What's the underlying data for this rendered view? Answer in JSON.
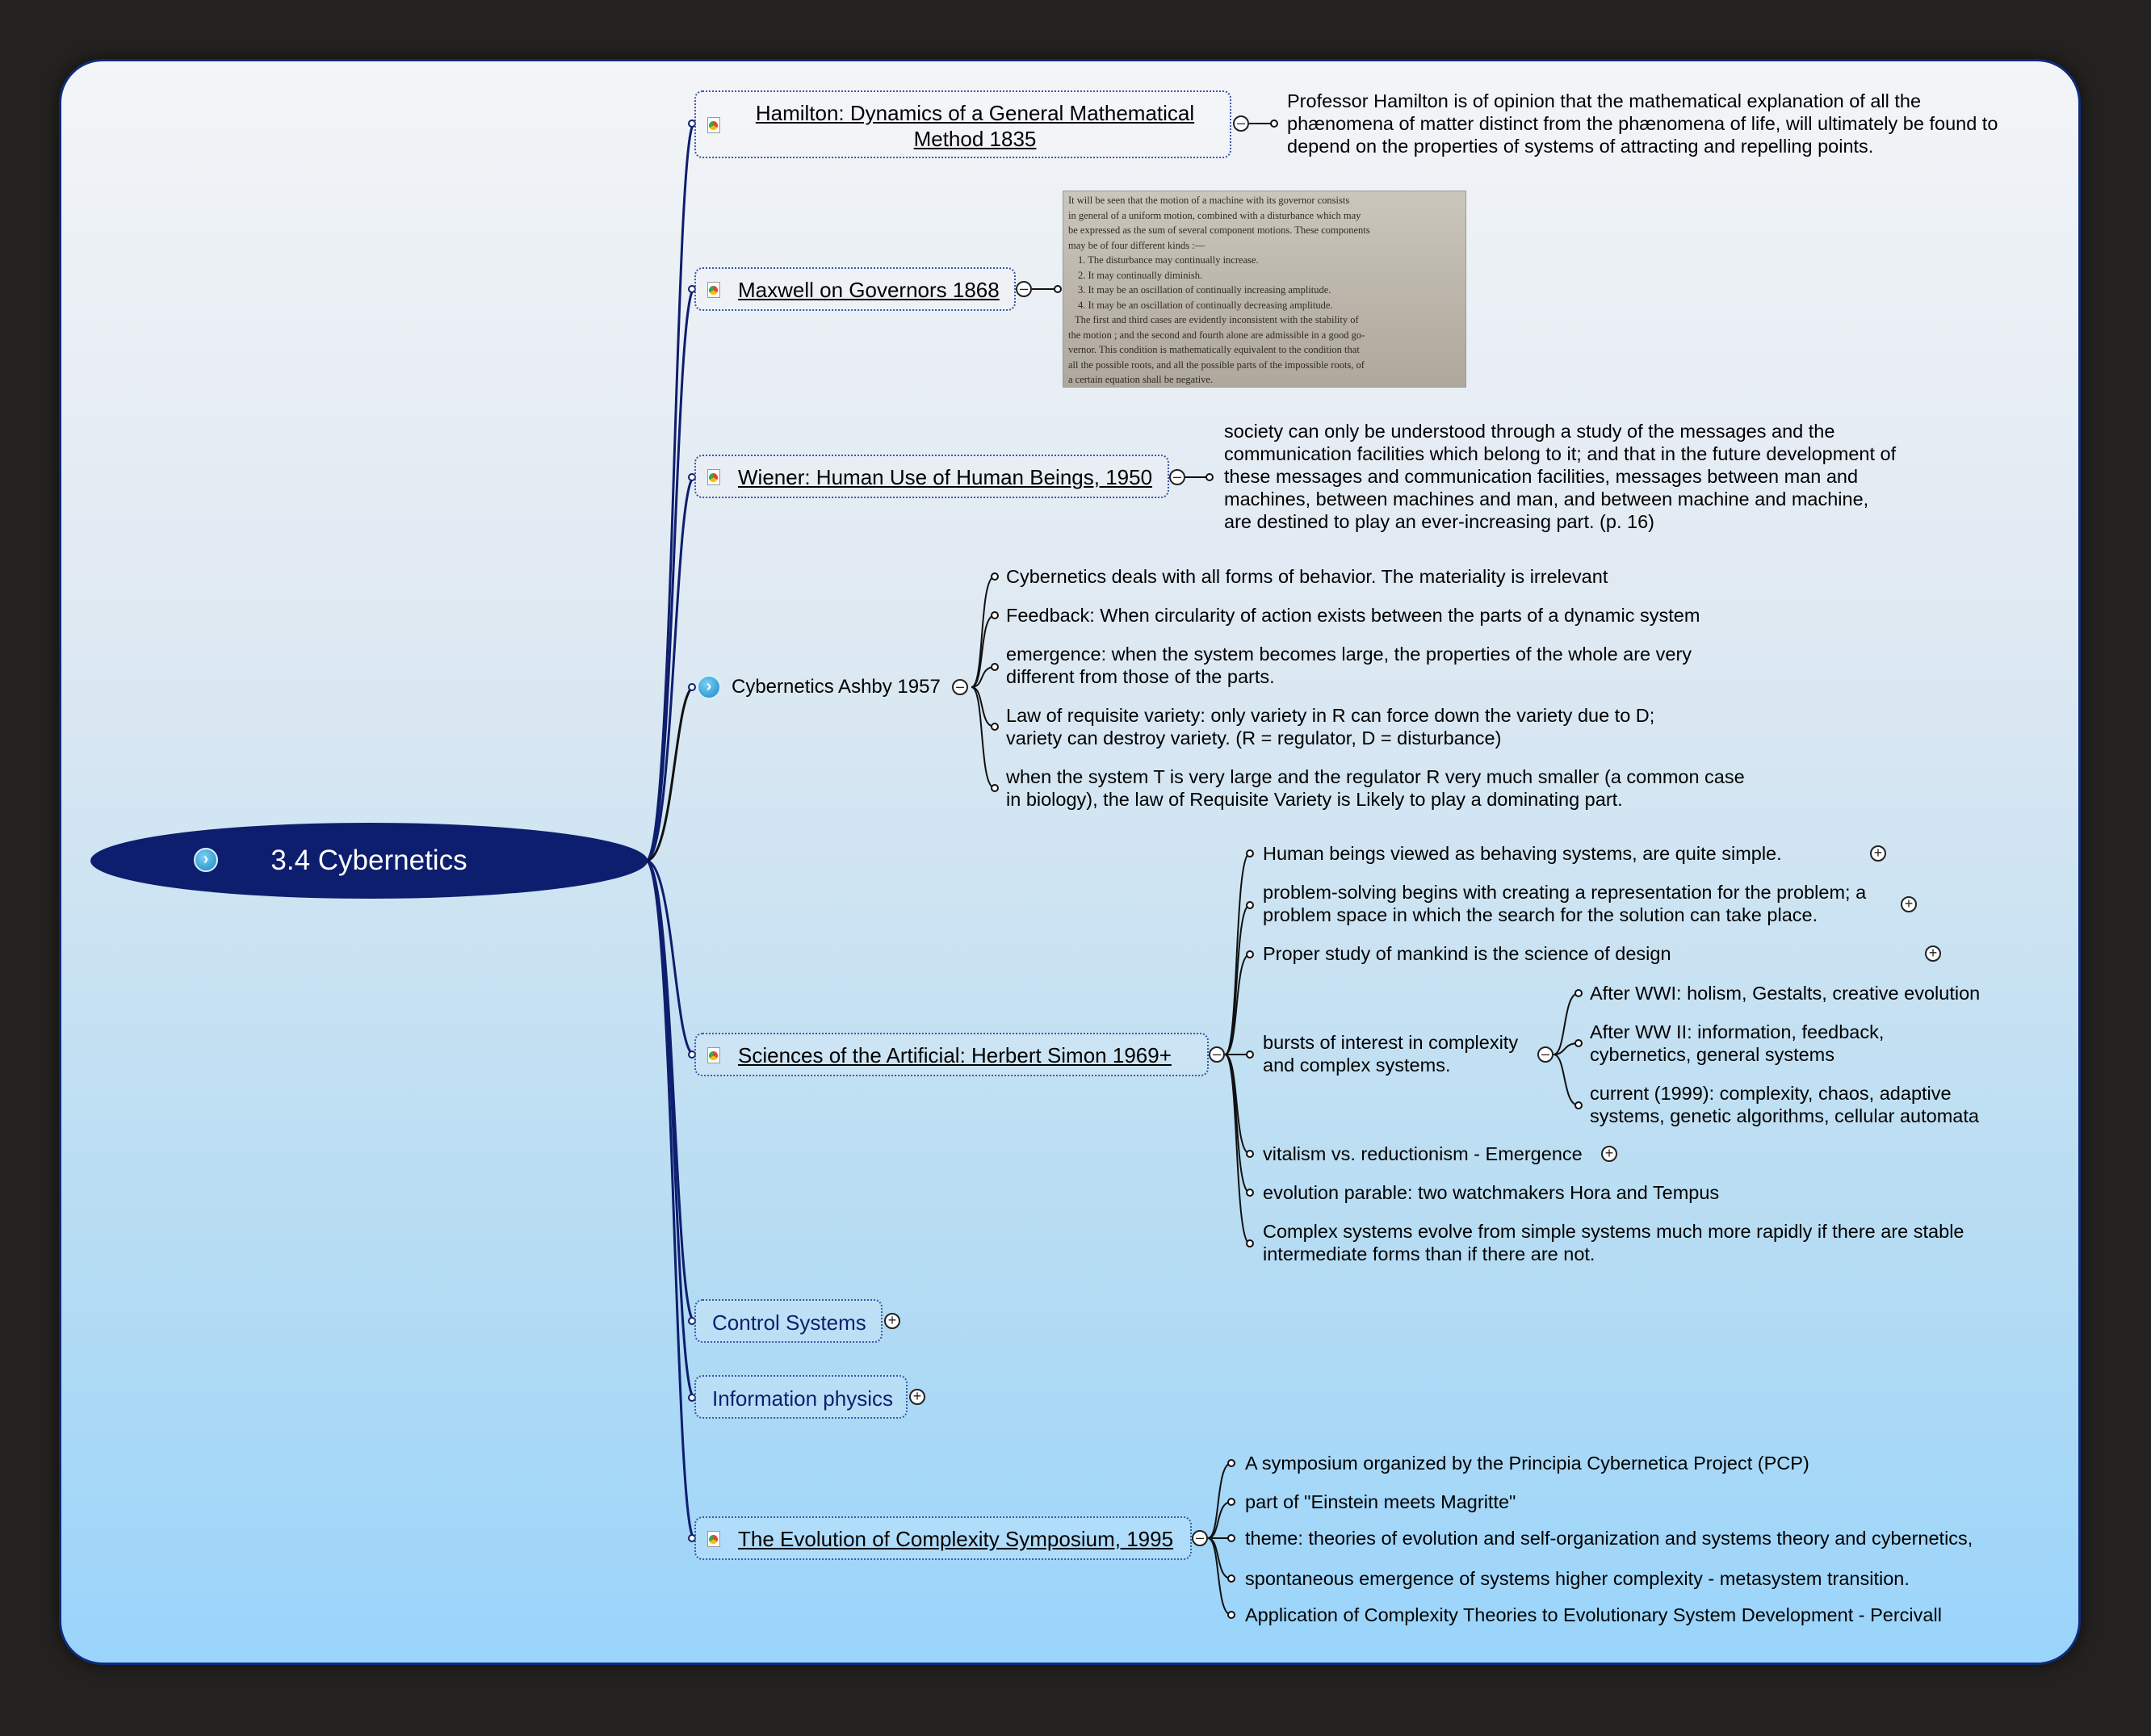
{
  "root": {
    "label": "3.4 Cybernetics",
    "icon": "navigate-icon"
  },
  "topics": {
    "hamilton": {
      "title_line1": "Hamilton: Dynamics of a General Mathematical",
      "title_line2": "Method 1835",
      "note_lines": [
        "Professor Hamilton is of opinion that the mathematical explanation of all the",
        "phænomena of matter distinct from the phænomena of life, will ultimately be found to",
        "depend on the properties of systems of attracting and repelling points."
      ]
    },
    "maxwell": {
      "title": "Maxwell on Governors 1868",
      "scan_lines": [
        "It will be seen that the motion of a machine with its governor consists",
        "in general of a uniform motion, combined with a disturbance which may",
        "be expressed as the sum of several component motions. These components",
        "may be of four different kinds :—",
        "1. The disturbance may continually increase.",
        "2. It may continually diminish.",
        "3. It may be an oscillation of continually increasing amplitude.",
        "4. It may be an oscillation of continually decreasing amplitude.",
        "The first and third cases are evidently inconsistent with the stability of",
        "the motion ; and the second and fourth alone are admissible in a good go-",
        "vernor. This condition is mathematically equivalent to the condition that",
        "all the possible roots, and all the possible parts of the impossible roots, of",
        "a certain equation shall be negative."
      ]
    },
    "wiener": {
      "title": "Wiener: Human Use of Human Beings, 1950",
      "note_lines": [
        "society can only be understood through a study of the messages and the",
        "communication facilities which belong to it; and that in the future development of",
        "these messages and communication facilities, messages between man and",
        "machines, between machines and man, and between machine and machine,",
        "are destined to play an ever-increasing part. (p. 16)"
      ]
    },
    "ashby": {
      "title": "Cybernetics Ashby 1957",
      "children": [
        [
          "Cybernetics deals with all forms of behavior. The materiality is irrelevant"
        ],
        [
          "Feedback:  When circularity of action exists between the parts of a dynamic system"
        ],
        [
          "emergence: when the system becomes large, the properties of the whole are very",
          "different from those of the parts."
        ],
        [
          "Law of requisite variety: only variety in R can force down the variety due to D;",
          "variety can destroy variety. (R = regulator, D = disturbance)"
        ],
        [
          "when the system T is very large and the regulator R very much smaller (a common case",
          "in biology), the law of Requisite Variety is Likely to play a dominating part."
        ]
      ]
    },
    "simon": {
      "title": "Sciences  of  the  Artificial: Herbert Simon 1969+",
      "children": [
        [
          "Human beings viewed as behaving systems, are quite simple."
        ],
        [
          "problem-solving begins with creating a representation for the problem; a",
          "problem space in which the search for the solution can take place."
        ],
        [
          "Proper study of mankind is the science of design"
        ],
        [
          "bursts of interest in complexity",
          "and complex systems."
        ],
        [
          "vitalism vs. reductionism - Emergence"
        ],
        [
          "evolution parable:  two watchmakers Hora and Tempus"
        ],
        [
          "Complex systems  evolve from simple systems much more rapidly if there are stable",
          "intermediate forms than if there are not."
        ]
      ],
      "bursts_children": [
        [
          "After WWI:  holism, Gestalts, creative evolution"
        ],
        [
          "After WW II:  information, feedback,",
          "cybernetics,  general systems"
        ],
        [
          "current (1999):  complexity, chaos, adaptive",
          "systems, genetic algorithms, cellular automata"
        ]
      ]
    },
    "control": {
      "title": "Control Systems"
    },
    "infophys": {
      "title": "Information physics"
    },
    "evolution": {
      "title": "The Evolution of Complexity Symposium, 1995",
      "children": [
        [
          "A symposium organized by the Principia Cybernetica Project (PCP)"
        ],
        [
          "part of \"Einstein meets Magritte\""
        ],
        [
          "theme:  theories of evolution and self-organization and systems theory and cybernetics,"
        ],
        [
          "spontaneous emergence of systems higher complexity - metasystem transition."
        ],
        [
          "Application of Complexity Theories to Evolutionary System Development - Percivall"
        ]
      ]
    }
  },
  "colors": {
    "background": "#242220",
    "root_fill": "#0e1e6e",
    "branch": "#0e1e6e",
    "canvas_border": "#0f2a7a"
  }
}
